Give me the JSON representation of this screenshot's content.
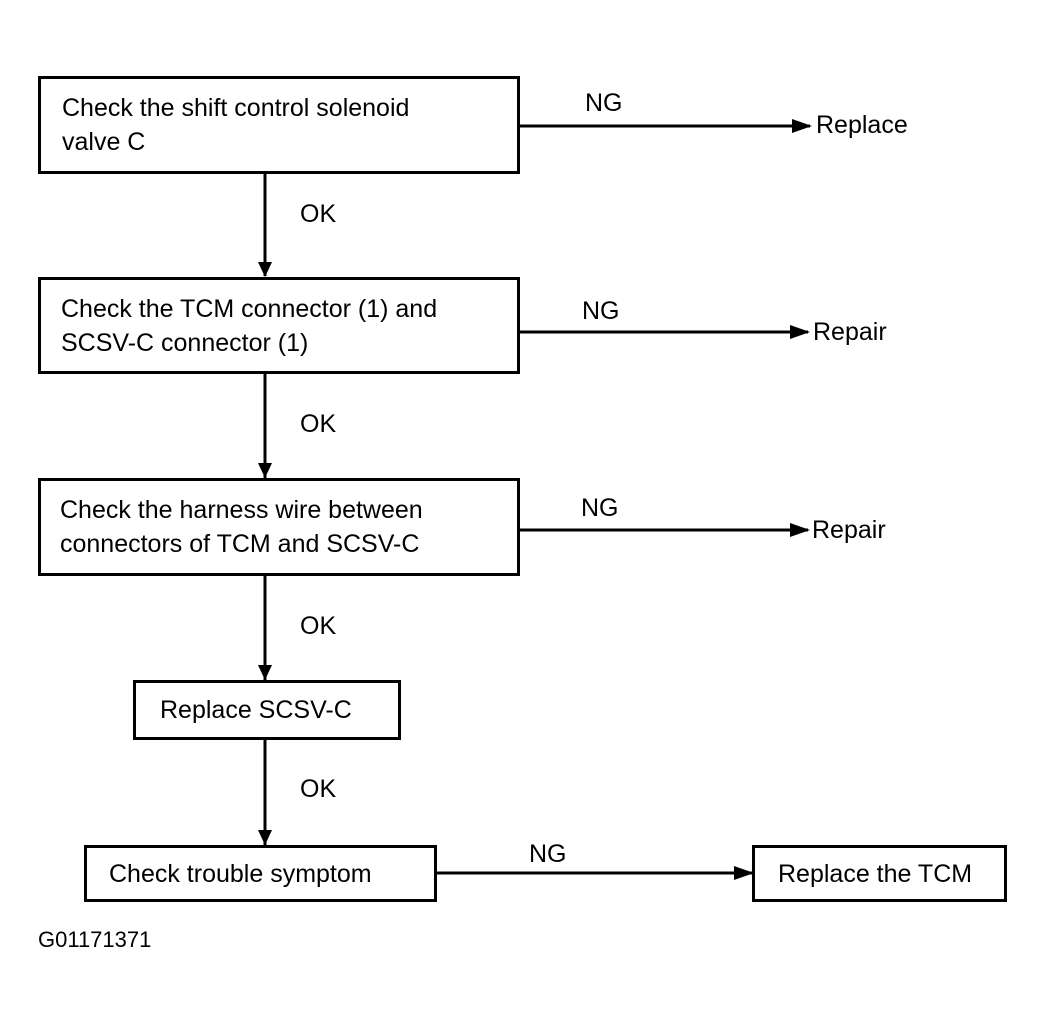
{
  "figure_id": "G01171371",
  "nodes": [
    {
      "id": "check-solenoid-valve",
      "text": "Check the shift control solenoid\nvalve C"
    },
    {
      "id": "check-connectors",
      "text": "Check the TCM connector (1) and\nSCSV-C connector (1)"
    },
    {
      "id": "check-harness",
      "text": "Check the harness wire between\nconnectors of TCM and SCSV-C"
    },
    {
      "id": "replace-scsv",
      "text": "Replace SCSV-C"
    },
    {
      "id": "check-symptom",
      "text": "Check trouble symptom"
    },
    {
      "id": "replace-tcm",
      "text": "Replace the TCM"
    }
  ],
  "outcomes": [
    {
      "id": "outcome-replace",
      "text": "Replace"
    },
    {
      "id": "outcome-repair-1",
      "text": "Repair"
    },
    {
      "id": "outcome-repair-2",
      "text": "Repair"
    }
  ],
  "edges": [
    {
      "from": "check-solenoid-valve",
      "to": "outcome-replace",
      "label": "NG"
    },
    {
      "from": "check-solenoid-valve",
      "to": "check-connectors",
      "label": "OK"
    },
    {
      "from": "check-connectors",
      "to": "outcome-repair-1",
      "label": "NG"
    },
    {
      "from": "check-connectors",
      "to": "check-harness",
      "label": "OK"
    },
    {
      "from": "check-harness",
      "to": "outcome-repair-2",
      "label": "NG"
    },
    {
      "from": "check-harness",
      "to": "replace-scsv",
      "label": "OK"
    },
    {
      "from": "replace-scsv",
      "to": "check-symptom",
      "label": "OK"
    },
    {
      "from": "check-symptom",
      "to": "replace-tcm",
      "label": "NG"
    }
  ]
}
